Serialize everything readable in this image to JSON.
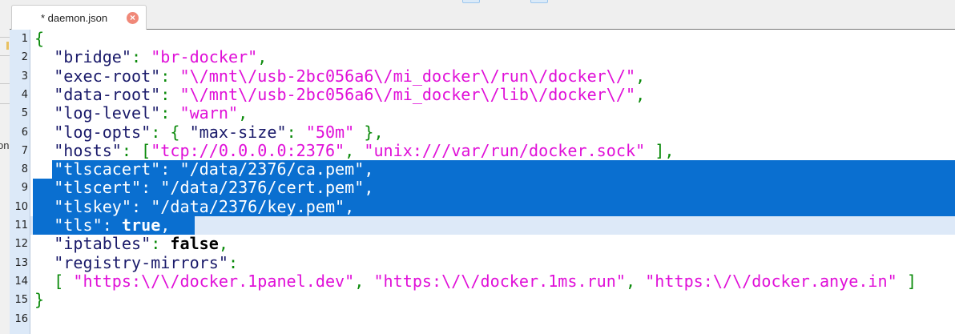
{
  "tab": {
    "title": "* daemon.json",
    "close_icon": "close-icon",
    "close_color": "#f08878"
  },
  "left_panel": {
    "partial_text": "on"
  },
  "colors": {
    "key": "#1a1a6a",
    "string": "#e010d8",
    "punctuation": "#0a8a0a",
    "selection": "#0a6fd0",
    "current_line": "#dde9f8"
  },
  "editor": {
    "selection": {
      "from_line": 8,
      "to_line": 11
    },
    "current_line": 11,
    "lines": [
      {
        "n": "1",
        "tokens": [
          [
            "p",
            "{"
          ]
        ]
      },
      {
        "n": "2",
        "tokens": [
          [
            "s",
            "  "
          ],
          [
            "key",
            "\"bridge\""
          ],
          [
            "p",
            ": "
          ],
          [
            "str",
            "\"br-docker\""
          ],
          [
            "p",
            ","
          ]
        ]
      },
      {
        "n": "3",
        "tokens": [
          [
            "s",
            "  "
          ],
          [
            "key",
            "\"exec-root\""
          ],
          [
            "p",
            ": "
          ],
          [
            "str",
            "\"\\/mnt\\/usb-2bc056a6\\/mi_docker\\/run\\/docker\\/\""
          ],
          [
            "p",
            ","
          ]
        ]
      },
      {
        "n": "4",
        "tokens": [
          [
            "s",
            "  "
          ],
          [
            "key",
            "\"data-root\""
          ],
          [
            "p",
            ": "
          ],
          [
            "str",
            "\"\\/mnt\\/usb-2bc056a6\\/mi_docker\\/lib\\/docker\\/\""
          ],
          [
            "p",
            ","
          ]
        ]
      },
      {
        "n": "5",
        "tokens": [
          [
            "s",
            "  "
          ],
          [
            "key",
            "\"log-level\""
          ],
          [
            "p",
            ": "
          ],
          [
            "str",
            "\"warn\""
          ],
          [
            "p",
            ","
          ]
        ]
      },
      {
        "n": "6",
        "tokens": [
          [
            "s",
            "  "
          ],
          [
            "key",
            "\"log-opts\""
          ],
          [
            "p",
            ": { "
          ],
          [
            "key",
            "\"max-size\""
          ],
          [
            "p",
            ": "
          ],
          [
            "str",
            "\"50m\""
          ],
          [
            "p",
            " },"
          ]
        ]
      },
      {
        "n": "7",
        "tokens": [
          [
            "s",
            "  "
          ],
          [
            "key",
            "\"hosts\""
          ],
          [
            "p",
            ": ["
          ],
          [
            "str",
            "\"tcp://0.0.0.0:2376\""
          ],
          [
            "p",
            ", "
          ],
          [
            "str",
            "\"unix:///var/run/docker.sock\""
          ],
          [
            "p",
            " ],"
          ]
        ]
      },
      {
        "n": "8",
        "tokens": [
          [
            "s",
            "  "
          ],
          [
            "key",
            "\"tlscacert\""
          ],
          [
            "p",
            ": "
          ],
          [
            "str",
            "\"/data/2376/ca.pem\""
          ],
          [
            "p",
            ","
          ]
        ]
      },
      {
        "n": "9",
        "tokens": [
          [
            "s",
            "  "
          ],
          [
            "key",
            "\"tlscert\""
          ],
          [
            "p",
            ": "
          ],
          [
            "str",
            "\"/data/2376/cert.pem\""
          ],
          [
            "p",
            ","
          ]
        ]
      },
      {
        "n": "10",
        "tokens": [
          [
            "s",
            "  "
          ],
          [
            "key",
            "\"tlskey\""
          ],
          [
            "p",
            ": "
          ],
          [
            "str",
            "\"/data/2376/key.pem\""
          ],
          [
            "p",
            ","
          ]
        ]
      },
      {
        "n": "11",
        "tokens": [
          [
            "s",
            "  "
          ],
          [
            "key",
            "\"tls\""
          ],
          [
            "p",
            ": "
          ],
          [
            "kw",
            "true"
          ],
          [
            "p",
            ","
          ]
        ]
      },
      {
        "n": "12",
        "tokens": [
          [
            "s",
            "  "
          ],
          [
            "key",
            "\"iptables\""
          ],
          [
            "p",
            ": "
          ],
          [
            "kw",
            "false"
          ],
          [
            "p",
            ","
          ]
        ]
      },
      {
        "n": "13",
        "tokens": [
          [
            "s",
            "  "
          ],
          [
            "key",
            "\"registry-mirrors\""
          ],
          [
            "p",
            ":"
          ]
        ]
      },
      {
        "n": "14",
        "tokens": [
          [
            "s",
            "  "
          ],
          [
            "p",
            "[ "
          ],
          [
            "str",
            "\"https:\\/\\/docker.1panel.dev\""
          ],
          [
            "p",
            ", "
          ],
          [
            "str",
            "\"https:\\/\\/docker.1ms.run\""
          ],
          [
            "p",
            ", "
          ],
          [
            "str",
            "\"https:\\/\\/docker.anye.in\""
          ],
          [
            "p",
            " ]"
          ]
        ]
      },
      {
        "n": "15",
        "tokens": [
          [
            "p",
            "}"
          ]
        ]
      },
      {
        "n": "16",
        "tokens": []
      }
    ]
  }
}
